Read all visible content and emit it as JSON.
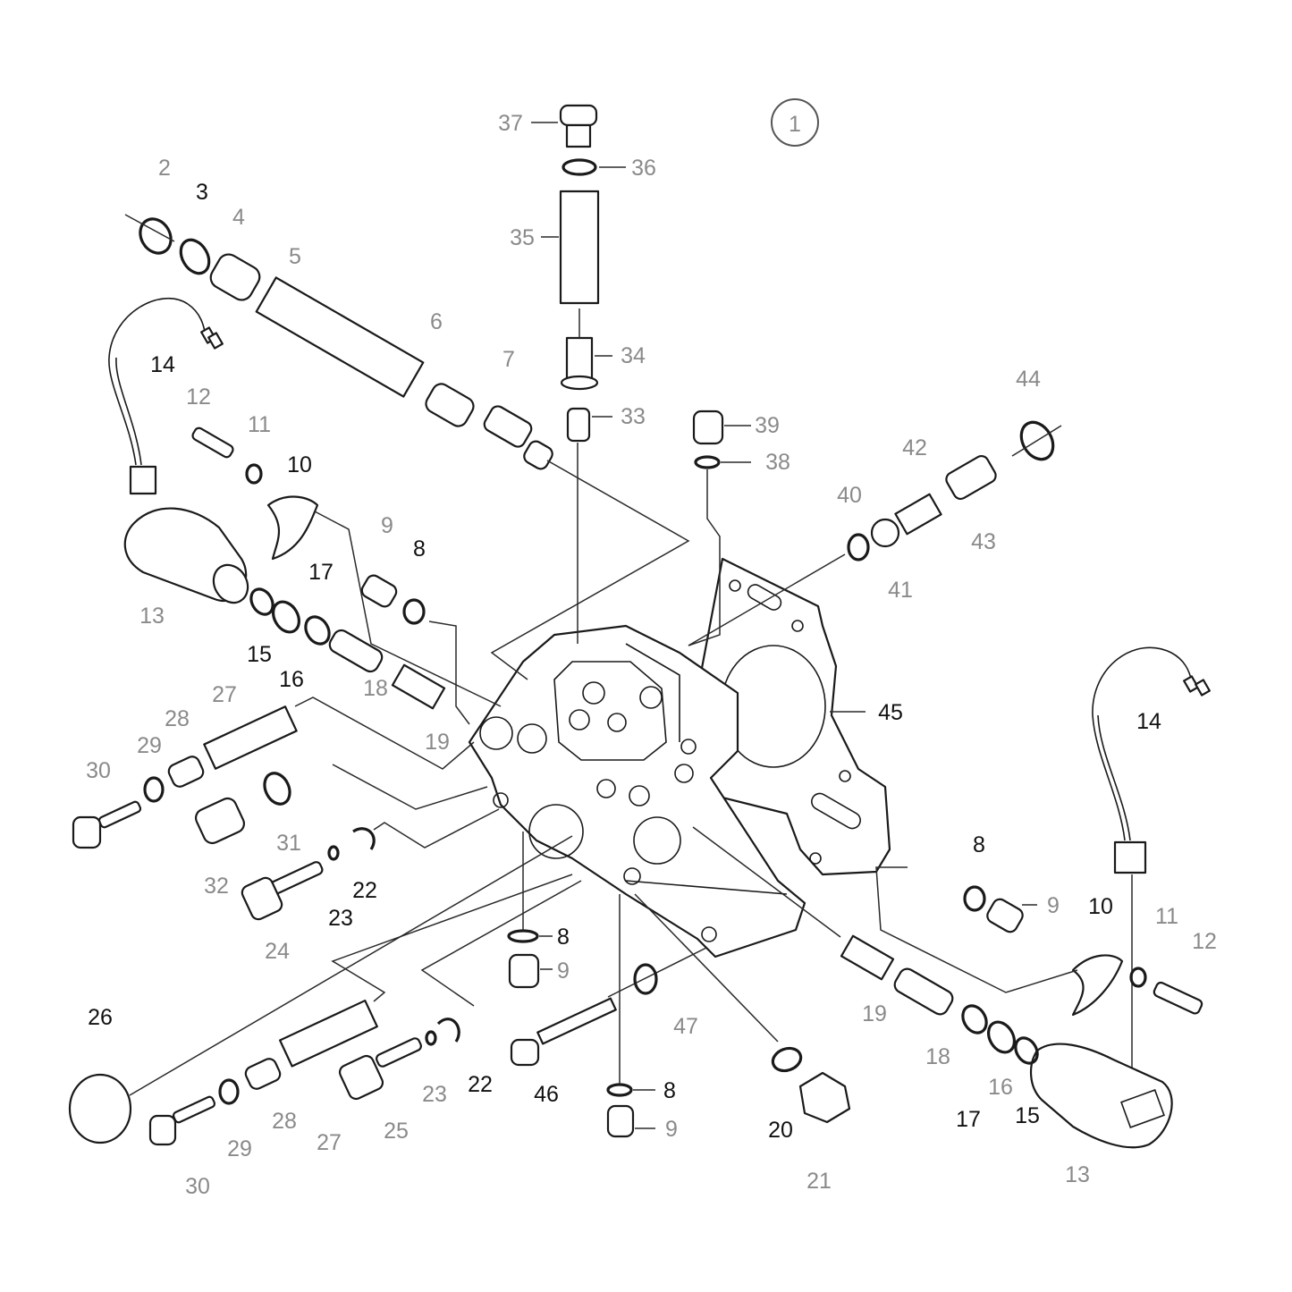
{
  "badge": "1",
  "callouts": [
    {
      "id": "badge",
      "text": "1"
    },
    {
      "id": "c37",
      "text": "37"
    },
    {
      "id": "c36",
      "text": "36"
    },
    {
      "id": "c35",
      "text": "35"
    },
    {
      "id": "c34",
      "text": "34"
    },
    {
      "id": "c33",
      "text": "33"
    },
    {
      "id": "c2",
      "text": "2"
    },
    {
      "id": "c3",
      "text": "3"
    },
    {
      "id": "c4",
      "text": "4"
    },
    {
      "id": "c5",
      "text": "5"
    },
    {
      "id": "c6",
      "text": "6"
    },
    {
      "id": "c7",
      "text": "7"
    },
    {
      "id": "c14a",
      "text": "14"
    },
    {
      "id": "c12a",
      "text": "12"
    },
    {
      "id": "c11a",
      "text": "11"
    },
    {
      "id": "c10a",
      "text": "10"
    },
    {
      "id": "c13a",
      "text": "13"
    },
    {
      "id": "c9a",
      "text": "9"
    },
    {
      "id": "c8a",
      "text": "8"
    },
    {
      "id": "c17a",
      "text": "17"
    },
    {
      "id": "c15a",
      "text": "15"
    },
    {
      "id": "c16a",
      "text": "16"
    },
    {
      "id": "c18a",
      "text": "18"
    },
    {
      "id": "c19a",
      "text": "19"
    },
    {
      "id": "c39",
      "text": "39"
    },
    {
      "id": "c38",
      "text": "38"
    },
    {
      "id": "c44",
      "text": "44"
    },
    {
      "id": "c42",
      "text": "42"
    },
    {
      "id": "c43",
      "text": "43"
    },
    {
      "id": "c40",
      "text": "40"
    },
    {
      "id": "c41",
      "text": "41"
    },
    {
      "id": "c45",
      "text": "45"
    },
    {
      "id": "c14b",
      "text": "14"
    },
    {
      "id": "c27a",
      "text": "27"
    },
    {
      "id": "c28a",
      "text": "28"
    },
    {
      "id": "c29a",
      "text": "29"
    },
    {
      "id": "c30a",
      "text": "30"
    },
    {
      "id": "c31",
      "text": "31"
    },
    {
      "id": "c32",
      "text": "32"
    },
    {
      "id": "c22a",
      "text": "22"
    },
    {
      "id": "c23a",
      "text": "23"
    },
    {
      "id": "c24",
      "text": "24"
    },
    {
      "id": "c8b",
      "text": "8"
    },
    {
      "id": "c9b",
      "text": "9"
    },
    {
      "id": "c8c",
      "text": "8"
    },
    {
      "id": "c9c",
      "text": "9"
    },
    {
      "id": "c10b",
      "text": "10"
    },
    {
      "id": "c11b",
      "text": "11"
    },
    {
      "id": "c12b",
      "text": "12"
    },
    {
      "id": "c26",
      "text": "26"
    },
    {
      "id": "c47",
      "text": "47"
    },
    {
      "id": "c19b",
      "text": "19"
    },
    {
      "id": "c18b",
      "text": "18"
    },
    {
      "id": "c28b",
      "text": "28"
    },
    {
      "id": "c27b",
      "text": "27"
    },
    {
      "id": "c29b",
      "text": "29"
    },
    {
      "id": "c30b",
      "text": "30"
    },
    {
      "id": "c25",
      "text": "25"
    },
    {
      "id": "c23b",
      "text": "23"
    },
    {
      "id": "c22b",
      "text": "22"
    },
    {
      "id": "c46",
      "text": "46"
    },
    {
      "id": "c8d",
      "text": "8"
    },
    {
      "id": "c9d",
      "text": "9"
    },
    {
      "id": "c20",
      "text": "20"
    },
    {
      "id": "c21",
      "text": "21"
    },
    {
      "id": "c17b",
      "text": "17"
    },
    {
      "id": "c16b",
      "text": "16"
    },
    {
      "id": "c15b",
      "text": "15"
    },
    {
      "id": "c13b",
      "text": "13"
    }
  ],
  "colors": {
    "label_dark": "#111111",
    "label_gray": "#8a8a8a",
    "line": "#1a1a1a"
  }
}
